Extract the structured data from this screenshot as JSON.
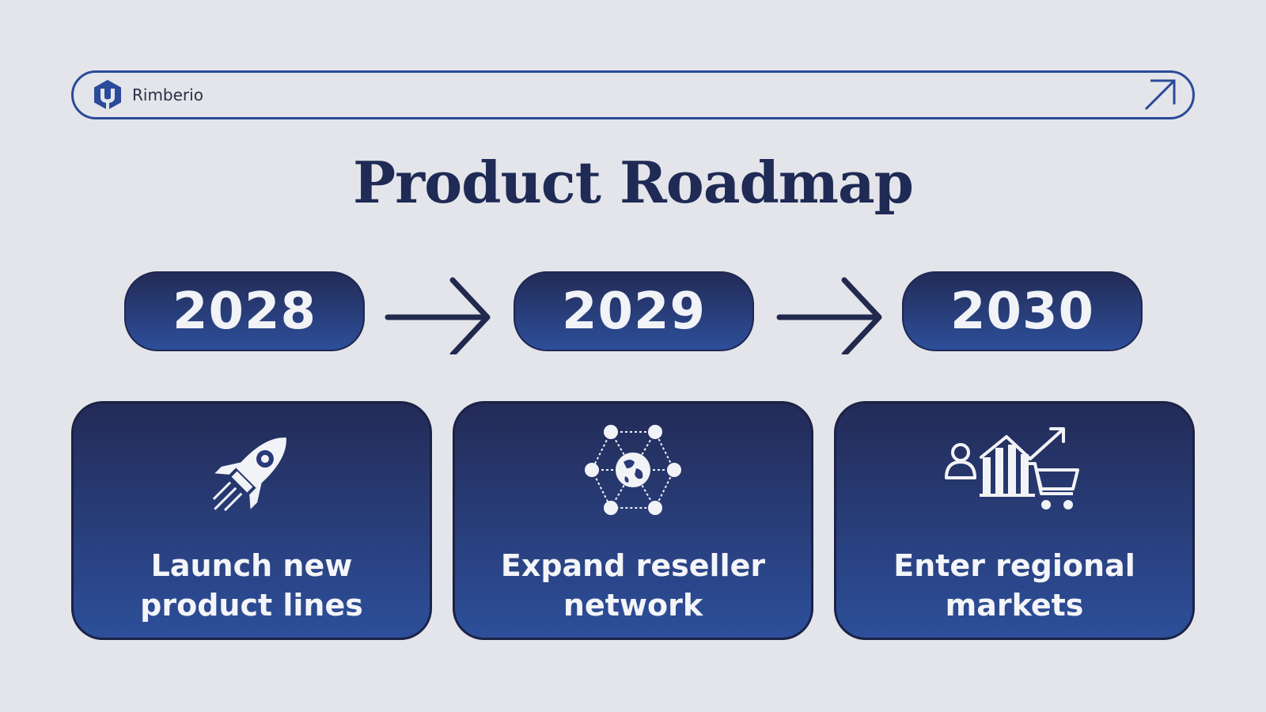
{
  "header": {
    "brand_name": "Rimberio",
    "logo_icon": "hexagon-logo-icon",
    "action_icon": "arrow-up-right-icon",
    "border_color": "#2b4a9a"
  },
  "title": "Product Roadmap",
  "timeline": [
    {
      "year": "2028",
      "goal_line1": "Launch new",
      "goal_line2": "product lines",
      "icon": "rocket-icon"
    },
    {
      "year": "2029",
      "goal_line1": "Expand reseller",
      "goal_line2": "network",
      "icon": "globe-network-icon"
    },
    {
      "year": "2030",
      "goal_line1": "Enter regional",
      "goal_line2": "markets",
      "icon": "market-growth-icon"
    }
  ],
  "colors": {
    "background": "#e3e5ea",
    "navy_dark": "#232b57",
    "navy_light": "#2d4f9a",
    "text_dark": "#1f2a55",
    "text_light": "#f2f3f7"
  }
}
